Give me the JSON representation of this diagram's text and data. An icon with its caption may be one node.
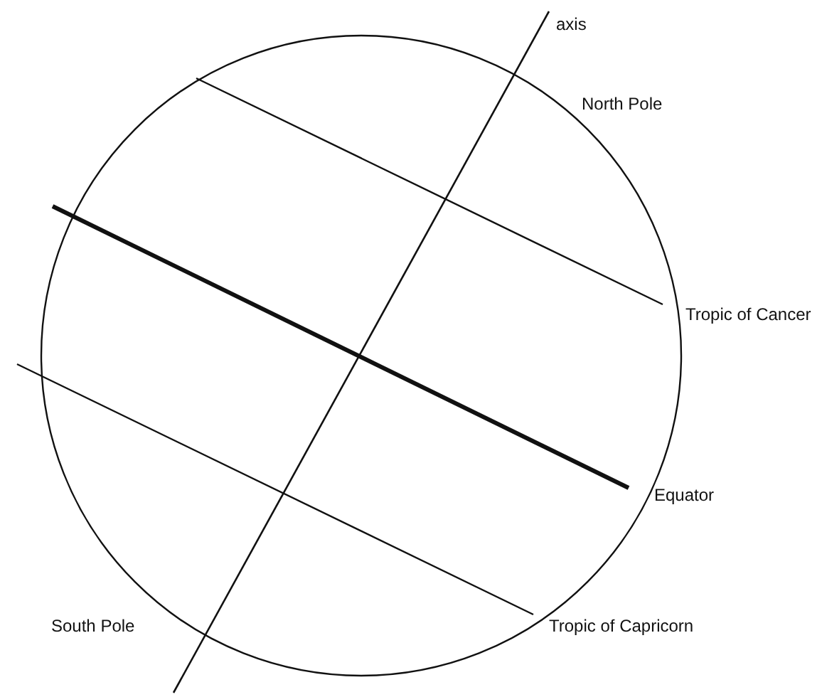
{
  "diagram": {
    "labels": [
      "axis",
      "North Pole",
      "Tropic of Cancer",
      "Equator",
      "South Pole",
      "Tropic of Capricorn"
    ]
  }
}
